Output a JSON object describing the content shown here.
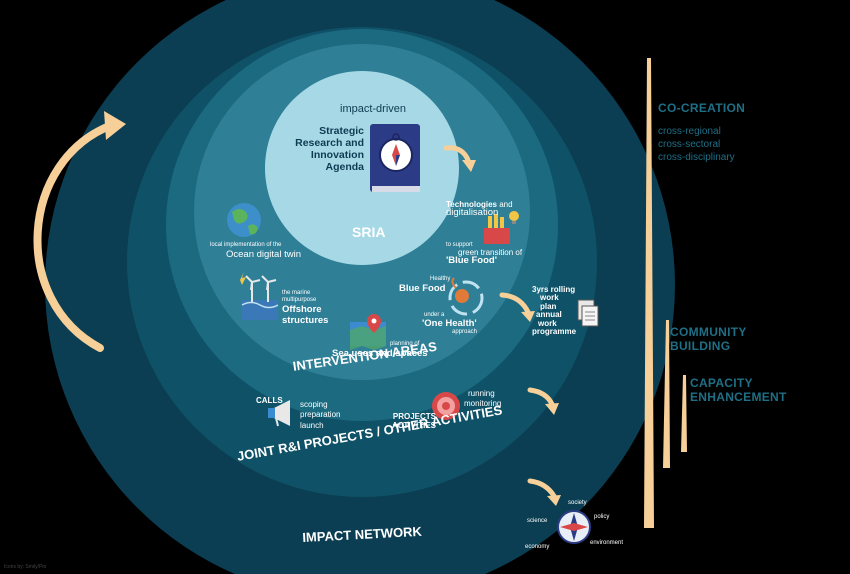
{
  "core": {
    "subtitle": "impact-driven",
    "title_lines": [
      "Strategic",
      "Research and",
      "Innovation",
      "Agenda"
    ],
    "label": "SRIA"
  },
  "interventions": {
    "label": "INTERVENTION AREAS",
    "digital_twin": {
      "small": "local implementation of the",
      "main": "Ocean digital twin"
    },
    "offshore": {
      "small": [
        "the marine",
        "multipurpose"
      ],
      "main": [
        "Offshore",
        "structures"
      ]
    },
    "sea_uses": {
      "small": "planning of",
      "main": "Sea uses and spaces"
    },
    "technologies": {
      "line1_bold": "Technologies",
      "line1_rest": " and",
      "line2": "digitalisation"
    },
    "green": {
      "small": "to support",
      "main": "green transition of",
      "quote": "'Blue Food'"
    },
    "blue_food": {
      "small": "Healthy",
      "main": "Blue Food"
    },
    "one_health": {
      "small": "under a",
      "main": "'One Health'",
      "tail": "approach"
    }
  },
  "work_plan": {
    "lines": [
      "3yrs rolling",
      "work",
      "plan",
      "annual",
      "work",
      "programme"
    ]
  },
  "projects": {
    "label": "JOINT R&I PROJECTS / OTHER ACTIVITIES",
    "calls": {
      "title": "CALLS",
      "items": [
        "scoping",
        "preparation",
        "launch"
      ]
    },
    "activities": {
      "title_lines": [
        "PROJECTS",
        "ACTIVITIES"
      ],
      "items": [
        "running",
        "monitoring"
      ]
    }
  },
  "impact": {
    "label": "IMPACT NETWORK",
    "compass": {
      "top": "society",
      "left": "science",
      "right": "policy",
      "bottom_left": "economy",
      "bottom_right": "environment"
    }
  },
  "side": {
    "co_creation": {
      "title": "CO-CREATION",
      "items": [
        "cross-regional",
        "cross-sectoral",
        "cross-disciplinary"
      ]
    },
    "community": {
      "title_lines": [
        "COMMUNITY",
        "BUILDING"
      ]
    },
    "capacity": {
      "title_lines": [
        "CAPACITY",
        "ENHANCEMENT"
      ]
    }
  },
  "credit": "Icons by: Smily/Pio",
  "colors": {
    "ring_impact": "#0b3e52",
    "ring_projects": "#0f5268",
    "ring_interventions": "#1b6a80",
    "ring_interventions_inner": "#3a8aa0",
    "core": "#a7d8e6",
    "arrow": "#f6d098",
    "side_text": "#1f6f86"
  }
}
